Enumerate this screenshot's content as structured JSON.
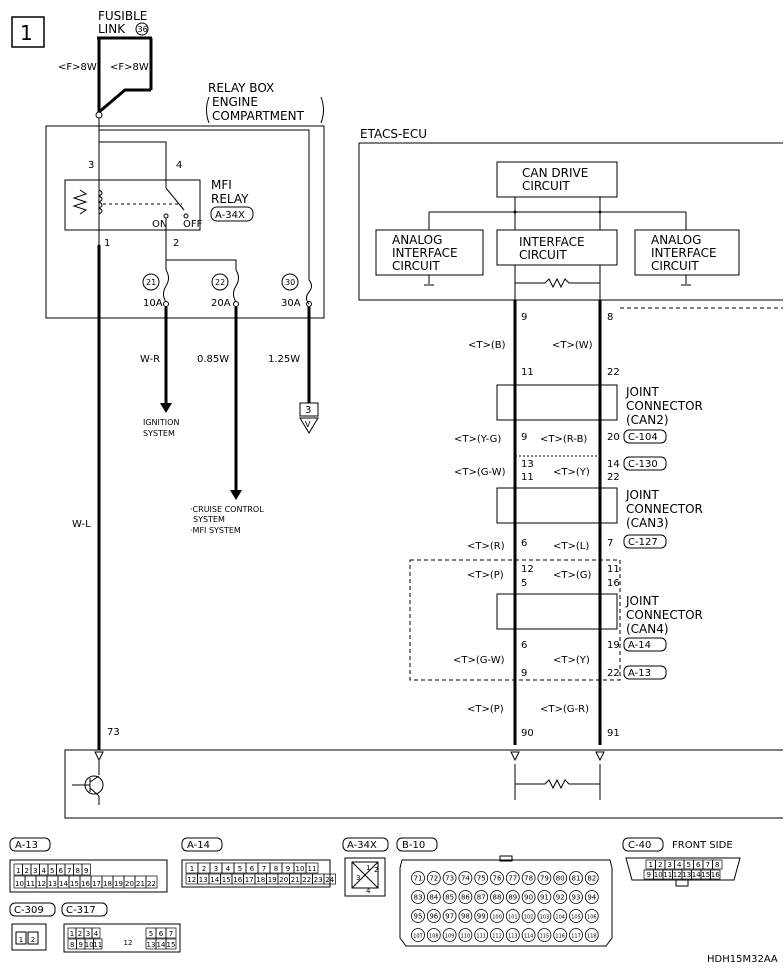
{
  "page_number": "1",
  "fusible": {
    "line1": "FUSIBLE",
    "line2": "LINK",
    "num": "36",
    "left": "<F>8W",
    "right": "<F>8W"
  },
  "relay_box": {
    "line1": "RELAY BOX",
    "line2": "ENGINE",
    "line3": "COMPARTMENT"
  },
  "mfi_relay": {
    "line1": "MFI",
    "line2": "RELAY",
    "code": "A-34X",
    "on": "ON",
    "off": "OFF",
    "p3": "3",
    "p4": "4",
    "p1": "1",
    "p2": "2"
  },
  "fuses": [
    {
      "num": "21",
      "amp": "10A"
    },
    {
      "num": "22",
      "amp": "20A"
    },
    {
      "num": "30",
      "amp": "30A"
    }
  ],
  "wires": {
    "wr": "W-R",
    "w085": "0.85W",
    "w125": "1.25W",
    "wl": "W-L",
    "p73": "73"
  },
  "ignition": {
    "line1": "IGNITION",
    "line2": "SYSTEM"
  },
  "cruise": {
    "line1": "·CRUISE CONTROL",
    "line2": "SYSTEM",
    "line3": "·MFI SYSTEM"
  },
  "ref_box": {
    "top": "3",
    "bottom": "V"
  },
  "etacs": {
    "title": "ETACS-ECU",
    "can_drive": [
      "CAN DRIVE",
      "CIRCUIT"
    ],
    "interface": [
      "INTERFACE",
      "CIRCUIT"
    ],
    "analog": [
      "ANALOG",
      "INTERFACE",
      "CIRCUIT"
    ]
  },
  "can": {
    "l9": "9",
    "r8": "8",
    "tb": "<T>(B)",
    "tw": "<T>(W)",
    "l11": "11",
    "r22": "22",
    "jc2": [
      "JOINT",
      "CONNECTOR",
      "(CAN2)"
    ],
    "tyg": "<T>(Y-G)",
    "l9b": "9",
    "trb": "<T>(R-B)",
    "r20": "20",
    "c104": "C-104",
    "tgw": "<T>(G-W)",
    "l13": "13",
    "l11b": "11",
    "ty": "<T>(Y)",
    "r14": "14",
    "r22b": "22",
    "c130": "C-130",
    "jc3": [
      "JOINT",
      "CONNECTOR",
      "(CAN3)"
    ],
    "tr": "<T>(R)",
    "l6": "6",
    "tl": "<T>(L)",
    "r7": "7",
    "c127": "C-127",
    "tp": "<T>(P)",
    "l12": "12",
    "l5": "5",
    "tg": "<T>(G)",
    "r11": "11",
    "r16": "16",
    "jc4": [
      "JOINT",
      "CONNECTOR",
      "(CAN4)"
    ],
    "l6b": "6",
    "r19": "19",
    "a14": "A-14",
    "tgw2": "<T>(G-W)",
    "l9c": "9",
    "ty2": "<T>(Y)",
    "r22c": "22",
    "a13": "A-13",
    "tp2": "<T>(P)",
    "tgr": "<T>(G-R)",
    "l90": "90",
    "r91": "91"
  },
  "connectors": {
    "a13": {
      "label": "A-13",
      "r1": [
        "1",
        "2",
        "3",
        "4",
        "5",
        "6",
        "7",
        "8",
        "9"
      ],
      "r2": [
        "10",
        "11",
        "12",
        "13",
        "14",
        "15",
        "16",
        "17",
        "18",
        "19",
        "20",
        "21",
        "22"
      ]
    },
    "a14": {
      "label": "A-14",
      "r1": [
        "1",
        "2",
        "3",
        "4",
        "5",
        "6",
        "7",
        "8",
        "9",
        "10",
        "11"
      ],
      "r2": [
        "12",
        "13",
        "14",
        "15",
        "16",
        "17",
        "18",
        "19",
        "20",
        "21",
        "22",
        "23",
        "24"
      ]
    },
    "a34x": {
      "label": "A-34X",
      "pins": [
        "1",
        "2",
        "3",
        "4"
      ]
    },
    "b10": {
      "label": "B-10",
      "rows": [
        [
          "71",
          "72",
          "73",
          "74",
          "75",
          "76",
          "77",
          "78",
          "79",
          "80",
          "81",
          "82"
        ],
        [
          "83",
          "84",
          "85",
          "86",
          "87",
          "88",
          "89",
          "90",
          "91",
          "92",
          "93",
          "94"
        ],
        [
          "95",
          "96",
          "97",
          "98",
          "99",
          "100",
          "101",
          "102",
          "103",
          "104",
          "105",
          "106"
        ],
        [
          "107",
          "108",
          "109",
          "110",
          "111",
          "112",
          "113",
          "114",
          "115",
          "116",
          "117",
          "118"
        ]
      ]
    },
    "c40": {
      "label": "C-40",
      "note": "FRONT SIDE",
      "r1": [
        "1",
        "2",
        "3",
        "4",
        "5",
        "6",
        "7",
        "8"
      ],
      "r2": [
        "9",
        "10",
        "11",
        "12",
        "13",
        "14",
        "15",
        "16"
      ]
    },
    "c309": {
      "label": "C-309",
      "pins": [
        "1",
        "2"
      ]
    },
    "c317": {
      "label": "C-317",
      "r1": [
        "1",
        "2",
        "3",
        "4",
        "5",
        "6",
        "7"
      ],
      "r2": [
        "8",
        "9",
        "10",
        "11",
        "12",
        "13",
        "14",
        "15"
      ]
    }
  },
  "footer_code": "HDH15M32AA"
}
